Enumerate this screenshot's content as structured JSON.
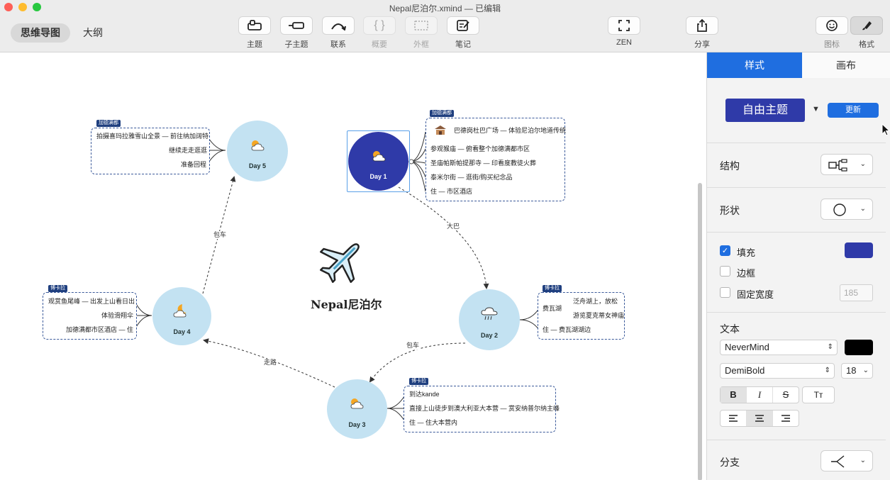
{
  "window": {
    "title": "Nepal尼泊尔.xmind — 已编辑",
    "traffic_colors": [
      "#fe5f57",
      "#febc2e",
      "#28c840"
    ]
  },
  "view_tabs": [
    "思维导图",
    "大纲"
  ],
  "toolbar": {
    "topic": "主题",
    "subtopic": "子主题",
    "relationship": "联系",
    "summary": "概要",
    "boundary": "外框",
    "note": "笔记",
    "zen": "ZEN",
    "share": "分享",
    "icons": "图标",
    "format": "格式"
  },
  "map": {
    "central": "Nepal尼泊尔",
    "days": [
      {
        "label": "Day 1",
        "tag": "加德满都",
        "weather": "partly-cloudy-icon",
        "items": [
          "巴德岗杜巴广场 — 体验尼泊尔地道传统",
          "参观猴庙 — 俯看整个加德满都市区",
          "圣庙帕斯帕提那寺 — 印看度教徒火葬",
          "泰米尔街 — 逛街/购买纪念品",
          "住 — 市区酒店"
        ]
      },
      {
        "label": "Day 2",
        "tag": "博卡拉",
        "weather": "rain-cloud-icon",
        "items": [
          "费瓦湖",
          "泛舟湖上，放松",
          "游览夏克蒂女神庙",
          "住 — 费瓦湖湖边"
        ]
      },
      {
        "label": "Day 3",
        "tag": "博卡拉",
        "weather": "partly-cloudy-icon",
        "items": [
          "到达kande",
          "直接上山徒步到澳大利亚大本营 — 赏安纳普尔纳主峰",
          "住 — 住大本营内"
        ]
      },
      {
        "label": "Day 4",
        "tag": "博卡拉",
        "weather": "moon-cloud-icon",
        "items": [
          "观赏鱼尾峰 — 出发上山看日出",
          "体验滑翔伞",
          "加德满都市区酒店 — 住"
        ]
      },
      {
        "label": "Day 5",
        "tag": "加德满都",
        "weather": "partly-cloudy-icon",
        "items": [
          "拍摄喜玛拉雅雪山全景 — 前往纳加阔特",
          "继续走走逛逛",
          "准备回程"
        ]
      }
    ],
    "routes": [
      "大巴",
      "包车",
      "走路",
      "包车"
    ]
  },
  "panel": {
    "tabs": [
      "样式",
      "画布"
    ],
    "theme_name": "自由主题",
    "update_button": "更新",
    "structure_label": "结构",
    "shape_label": "形状",
    "fill_label": "填充",
    "fill_checked": true,
    "fill_color": "#2f3aa8",
    "border_label": "边框",
    "border_checked": false,
    "fixed_width_label": "固定宽度",
    "fixed_width_checked": false,
    "fixed_width_value": "185",
    "text_label": "文本",
    "font_family": "NeverMind",
    "text_color": "#000000",
    "font_weight": "DemiBold",
    "font_size": "18",
    "bold": "B",
    "italic": "I",
    "strike": "S",
    "case": "Tт",
    "branch_label": "分支"
  }
}
